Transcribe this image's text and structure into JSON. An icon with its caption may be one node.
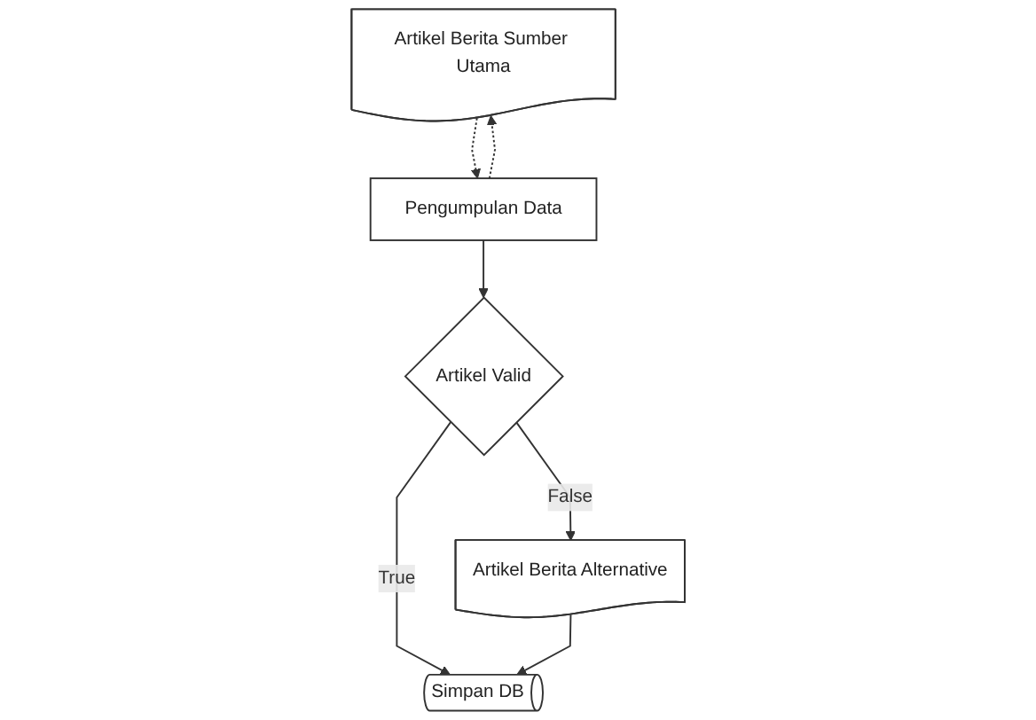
{
  "diagram": {
    "nodes": [
      {
        "text": [
          "Artikel Berita Sumber Utama"
        ]
      },
      {
        "text": [
          "Pengumpulan Data"
        ]
      },
      {
        "text": [
          "Artikel Valid"
        ]
      },
      {
        "text": [
          "Artikel Berita Alternative"
        ]
      },
      {
        "text": [
          "Simpan DB"
        ]
      }
    ],
    "edges": [
      {
        "from": 0,
        "to": 1,
        "arrow": "to",
        "style": "dashed"
      },
      {
        "from": 1,
        "to": 0,
        "arrow": "to",
        "style": "dashed"
      },
      {
        "from": 1,
        "to": 2,
        "arrow": "to"
      },
      {
        "from": 2,
        "to": 3,
        "arrow": "to",
        "label": "False"
      },
      {
        "from": 2,
        "to": 4,
        "arrow": "to",
        "label": "True"
      },
      {
        "from": 3,
        "to": 4,
        "arrow": "to"
      }
    ]
  }
}
